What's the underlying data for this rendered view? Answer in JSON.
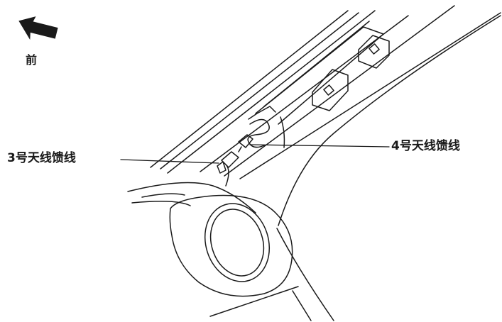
{
  "direction": {
    "label": "前",
    "icon": "arrow-left-icon"
  },
  "callouts": {
    "antenna_feeder_3": "3号天线馈线",
    "antenna_feeder_4": "4号天线馈线"
  },
  "colors": {
    "line": "#1a1a1a",
    "background": "#ffffff"
  }
}
